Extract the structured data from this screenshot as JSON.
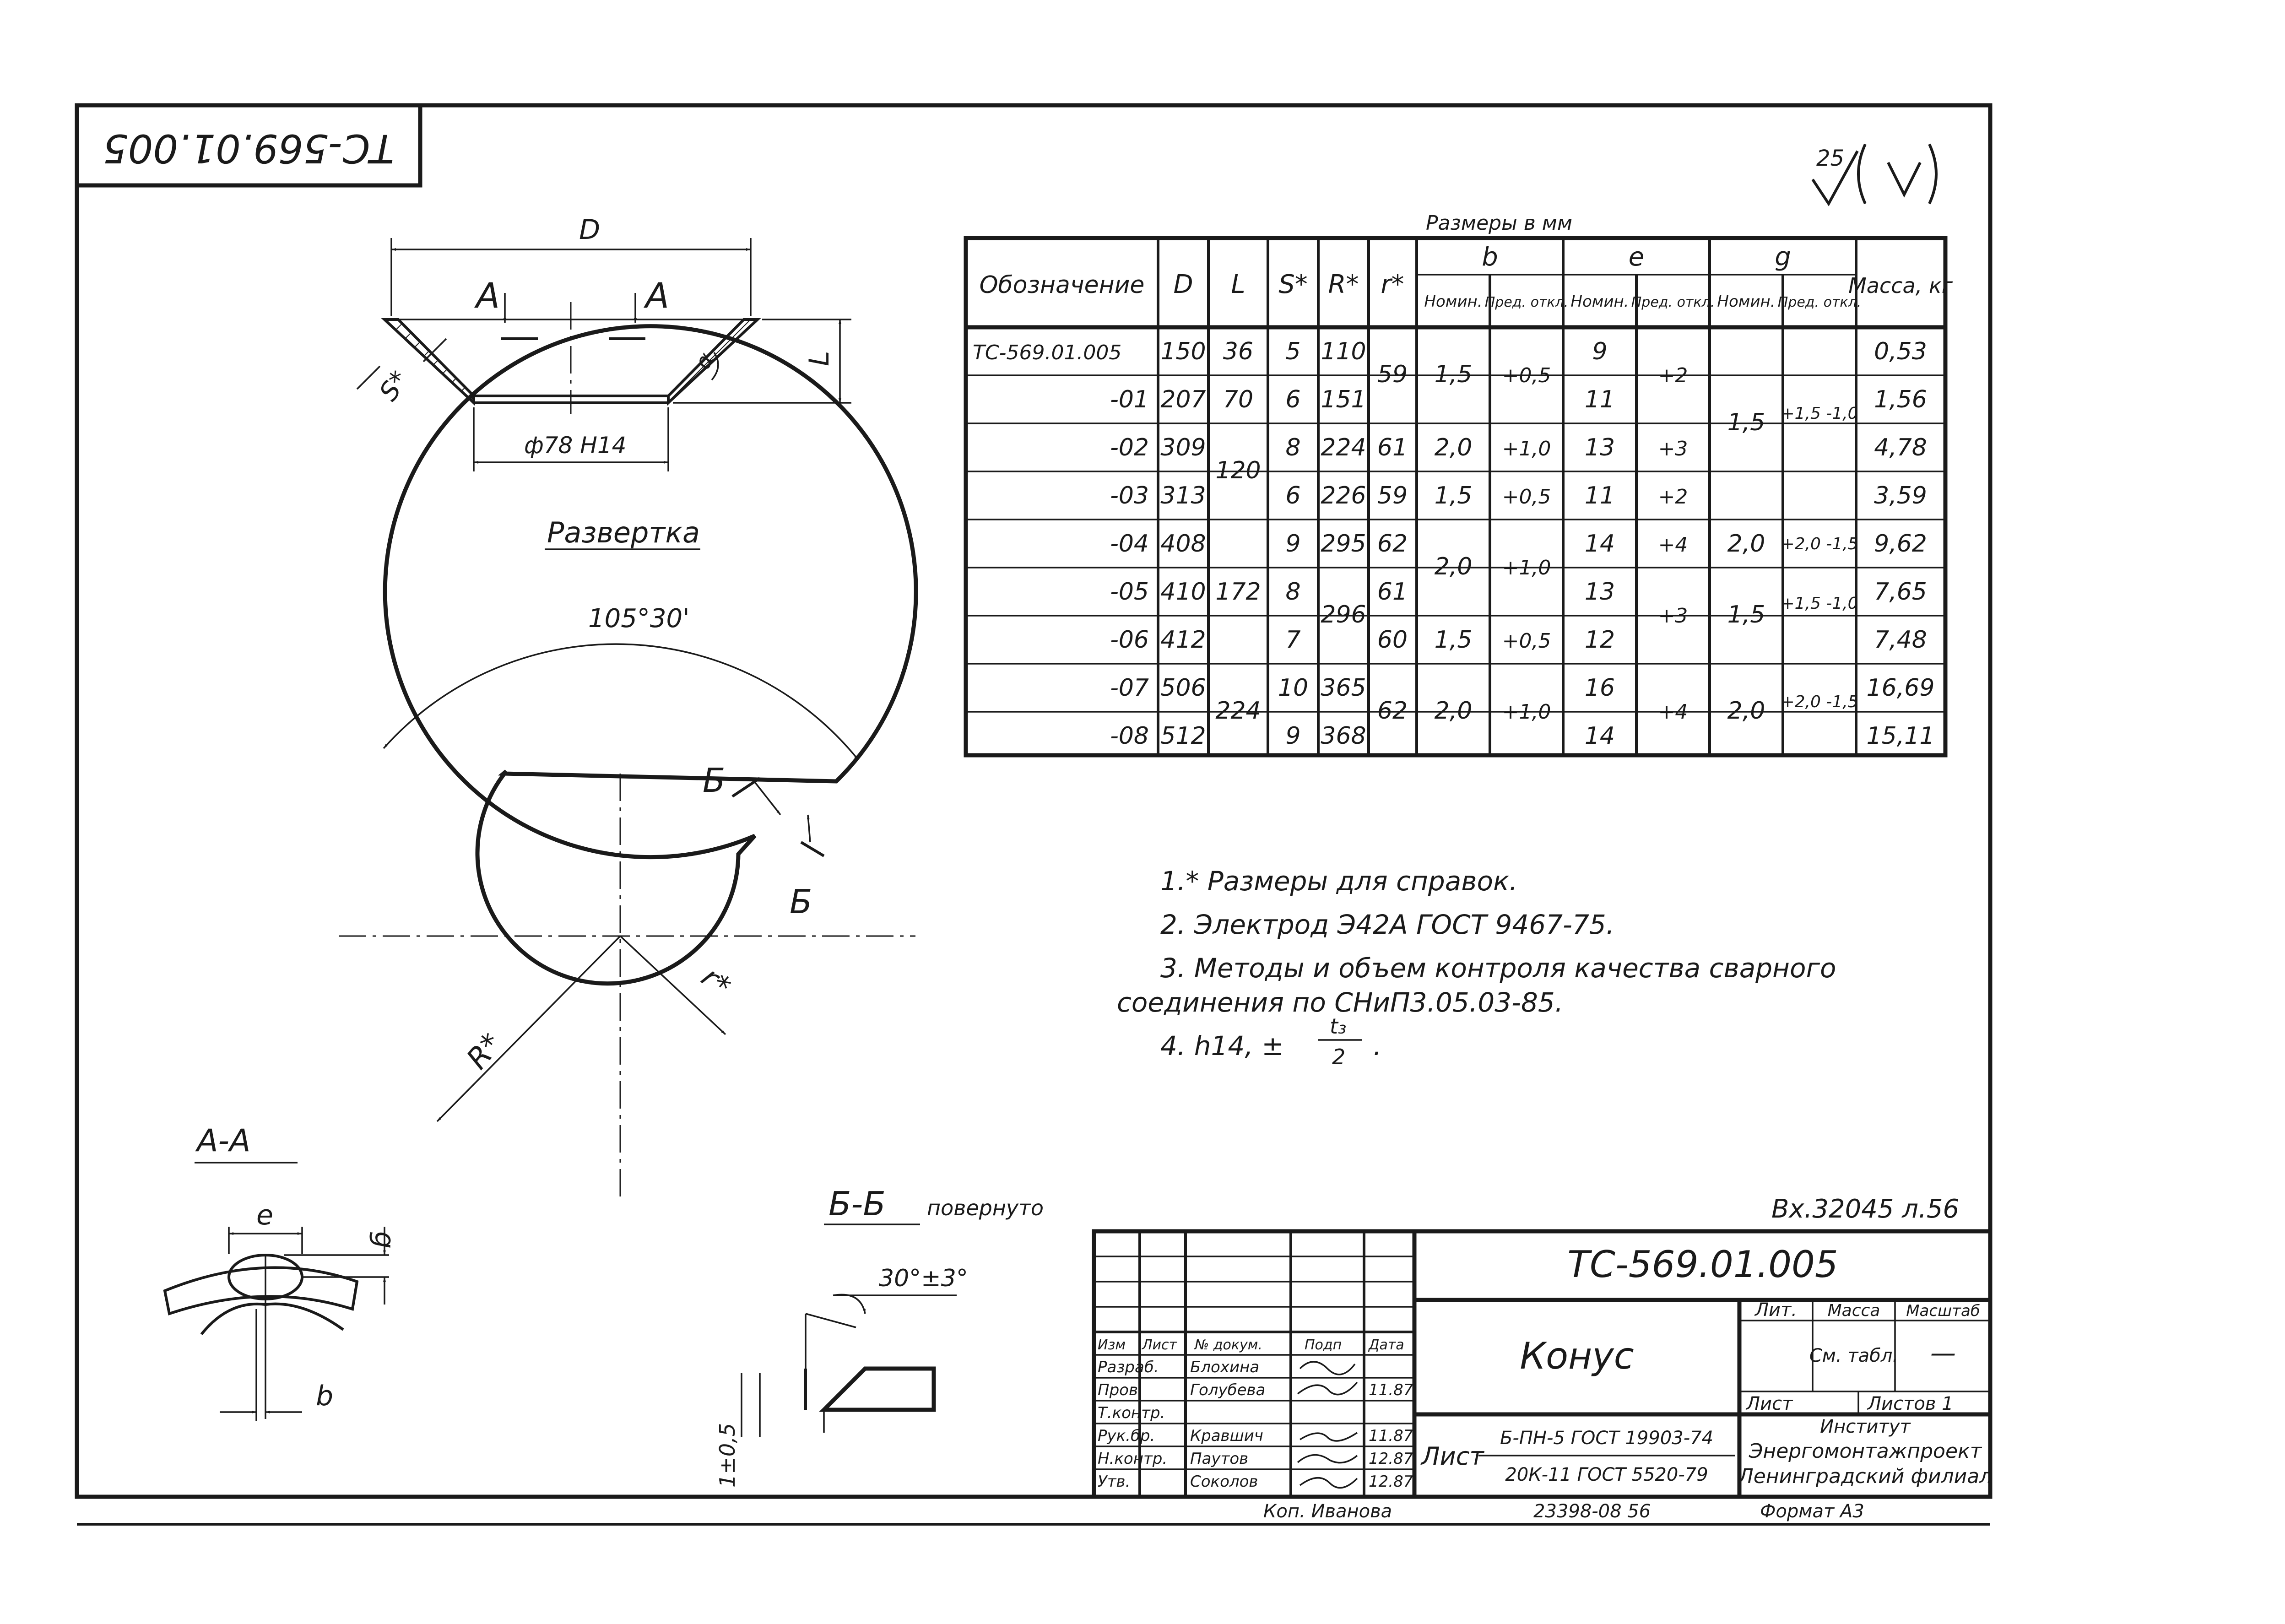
{
  "stamp_rotated": "ТС-569.01.005",
  "roughness": {
    "value": "25"
  },
  "table": {
    "caption": "Размеры в мм",
    "headers": {
      "designation": "Обозначение",
      "D": "D",
      "L": "L",
      "S": "S*",
      "R": "R*",
      "r": "r*",
      "b": "b",
      "e": "e",
      "g": "g",
      "mass": "Масса, кг",
      "nom": "Номин.",
      "tol": "Пред. откл."
    },
    "rows": [
      {
        "des": "ТС-569.01.005",
        "D": "150",
        "L": "36",
        "S": "5",
        "R": "110",
        "r": "59",
        "b_nom": "1,5",
        "b_tol": "+0,5",
        "e_nom": "9",
        "e_tol": "+2",
        "g_nom": "1,5",
        "g_tol": "+1,5 -1,0",
        "mass": "0,53"
      },
      {
        "des": "-01",
        "D": "207",
        "L": "70",
        "S": "6",
        "R": "151",
        "r": "",
        "b_nom": "",
        "b_tol": "",
        "e_nom": "11",
        "e_tol": "",
        "g_nom": "",
        "g_tol": "",
        "mass": "1,56"
      },
      {
        "des": "-02",
        "D": "309",
        "L": "120",
        "S": "8",
        "R": "224",
        "r": "61",
        "b_nom": "2,0",
        "b_tol": "+1,0",
        "e_nom": "13",
        "e_tol": "+3",
        "g_nom": "",
        "g_tol": "",
        "mass": "4,78"
      },
      {
        "des": "-03",
        "D": "313",
        "L": "",
        "S": "6",
        "R": "226",
        "r": "59",
        "b_nom": "1,5",
        "b_tol": "+0,5",
        "e_nom": "11",
        "e_tol": "+2",
        "g_nom": "",
        "g_tol": "",
        "mass": "3,59"
      },
      {
        "des": "-04",
        "D": "408",
        "L": "172",
        "S": "9",
        "R": "295",
        "r": "62",
        "b_nom": "2,0",
        "b_tol": "+1,0",
        "e_nom": "14",
        "e_tol": "+4",
        "g_nom": "2,0",
        "g_tol": "+2,0 -1,5",
        "mass": "9,62"
      },
      {
        "des": "-05",
        "D": "410",
        "L": "",
        "S": "8",
        "R": "296",
        "r": "61",
        "b_nom": "",
        "b_tol": "",
        "e_nom": "13",
        "e_tol": "+3",
        "g_nom": "1,5",
        "g_tol": "+1,5 -1,0",
        "mass": "7,65"
      },
      {
        "des": "-06",
        "D": "412",
        "L": "",
        "S": "7",
        "R": "",
        "r": "60",
        "b_nom": "1,5",
        "b_tol": "+0,5",
        "e_nom": "12",
        "e_tol": "",
        "g_nom": "",
        "g_tol": "",
        "mass": "7,48"
      },
      {
        "des": "-07",
        "D": "506",
        "L": "224",
        "S": "10",
        "R": "365",
        "r": "62",
        "b_nom": "2,0",
        "b_tol": "+1,0",
        "e_nom": "16",
        "e_tol": "+4",
        "g_nom": "2,0",
        "g_tol": "+2,0 -1,5",
        "mass": "16,69"
      },
      {
        "des": "-08",
        "D": "512",
        "L": "",
        "S": "9",
        "R": "368",
        "r": "",
        "b_nom": "",
        "b_tol": "",
        "e_nom": "14",
        "e_tol": "",
        "g_nom": "",
        "g_tol": "",
        "mass": "15,11"
      }
    ]
  },
  "cone_view": {
    "dim_D": "D",
    "dim_L": "L",
    "dim_S": "S*",
    "dim_bore": "ф78 H14",
    "section_A": "А",
    "alpha": "α"
  },
  "development": {
    "title": "Развертка",
    "angle": "105°30'",
    "label_R": "R*",
    "label_r": "r*",
    "section_B": "Б"
  },
  "section_aa": {
    "title": "А-А",
    "label_e": "e",
    "label_g": "g",
    "label_b": "b"
  },
  "section_bb": {
    "title": "Б-Б",
    "subtitle": "повернуто",
    "angle": "30°±3°",
    "dim_gap": "1±0,5"
  },
  "notes": {
    "n1": "1.* Размеры для справок.",
    "n2": "2. Электрод Э42А ГОСТ 9467-75.",
    "n3a": "3. Методы и объем контроля качества сварного",
    "n3b": "соединения по СНиП3.05.03-85.",
    "n4a": "4. h14, ±",
    "n4_num": "t₃",
    "n4_den": "2",
    "n4_end": "."
  },
  "inventory": "Вх.32045 л.56",
  "title_block": {
    "code": "ТС-569.01.005",
    "name": "Конус",
    "lit": "Лит.",
    "mass": "Масса",
    "scale": "Масштаб",
    "mass_value": "См. табл.",
    "scale_value": "—",
    "sheet": "Лист",
    "sheets": "Листов 1",
    "col_izm": "Изм",
    "col_list": "Лист",
    "col_doc": "№ докум.",
    "col_sign": "Подп",
    "col_date": "Дата",
    "roles": [
      {
        "role": "Разраб.",
        "name": "Блохина",
        "date": ""
      },
      {
        "role": "Пров.",
        "name": "Голубева",
        "date": "11.87"
      },
      {
        "role": "Т.контр.",
        "name": "",
        "date": ""
      },
      {
        "role": "Рук.бр.",
        "name": "Кравшич",
        "date": "11.87"
      },
      {
        "role": "Н.контр.",
        "name": "Паутов",
        "date": "12.87"
      },
      {
        "role": "Утв.",
        "name": "Соколов",
        "date": "12.87"
      }
    ],
    "material_label": "Лист",
    "material_top": "Б-ПН-5 ГОСТ 19903-74",
    "material_bottom": "20К-11 ГОСТ 5520-79",
    "org1": "Институт",
    "org2": "Энергомонтажпроект",
    "org3": "Ленинградский филиал",
    "copied": "Коп. Иванова",
    "archive": "23398-08 56",
    "format": "Формат А3"
  }
}
